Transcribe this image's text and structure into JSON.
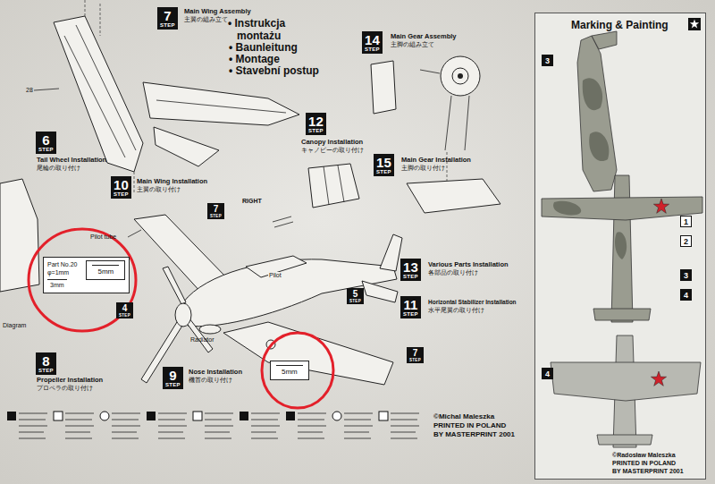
{
  "diagram": {
    "nodes": [
      {
        "text": [
          "7",
          "STEP"
        ]
      },
      {
        "text": [
          "14",
          "STEP"
        ]
      },
      {
        "text": [
          "12",
          "STEP"
        ]
      },
      {
        "text": [
          "6",
          "STEP"
        ]
      },
      {
        "text": [
          "10",
          "STEP"
        ]
      },
      {
        "text": [
          "7",
          "STEP"
        ]
      },
      {
        "text": [
          "15",
          "STEP"
        ]
      },
      {
        "text": [
          "Part No.20",
          "φ=1mm",
          "3mm"
        ]
      },
      {
        "text": [
          "5mm"
        ],
        "in": 7
      },
      {
        "text": [
          "4",
          "STEP"
        ]
      },
      {
        "text": [
          "5",
          "STEP"
        ]
      },
      {
        "text": [
          "13",
          "STEP"
        ]
      },
      {
        "text": [
          "11",
          "STEP"
        ]
      },
      {
        "text": [
          "8",
          "STEP"
        ]
      },
      {
        "text": [
          "9",
          "STEP"
        ]
      },
      {
        "text": [
          "5mm"
        ]
      },
      {
        "text": [
          "7",
          "STEP"
        ]
      },
      {
        "text": [
          "Marking & Painting"
        ]
      },
      {
        "text": [
          "3"
        ],
        "in": 17
      },
      {
        "text": [
          "1"
        ],
        "in": 17
      },
      {
        "text": [
          "2"
        ],
        "in": 17
      },
      {
        "text": [
          "3"
        ],
        "in": 17
      },
      {
        "text": [
          "4"
        ],
        "in": 17
      },
      {
        "text": [
          "4"
        ],
        "in": 17
      }
    ],
    "labels": [
      "• Instrukcja montażu",
      "• Baunleitung",
      "• Montage",
      "• Stavební postup",
      "Main Wing Assembly",
      "主翼の組み立て",
      "Main Gear Assembly",
      "主脚の組み立て",
      "Canopy Installation",
      "キャノピーの取り付け",
      "Tail Wheel Installation",
      "尾輪の取り付け",
      "Main Wing Installation",
      "主翼の取り付け",
      "Main Gear Installation",
      "主脚の取り付け",
      "Various Parts Installation",
      "各部品の取り付け",
      "Horizontal Stabilizer Installation",
      "水平尾翼の取り付け",
      "Propeller Installation",
      "プロペラの取り付け",
      "Nose Installation",
      "機首の取り付け",
      "28",
      "Pilot tube",
      "RIGHT",
      "Pilot",
      "Radiator",
      "Diagram",
      "©Michal Maleszka",
      "PRINTED IN POLAND",
      "BY MASTERPRINT 2001",
      "©Radosław Maleszka",
      "PRINTED IN POLAND",
      "BY MASTERPRINT 2001"
    ]
  }
}
